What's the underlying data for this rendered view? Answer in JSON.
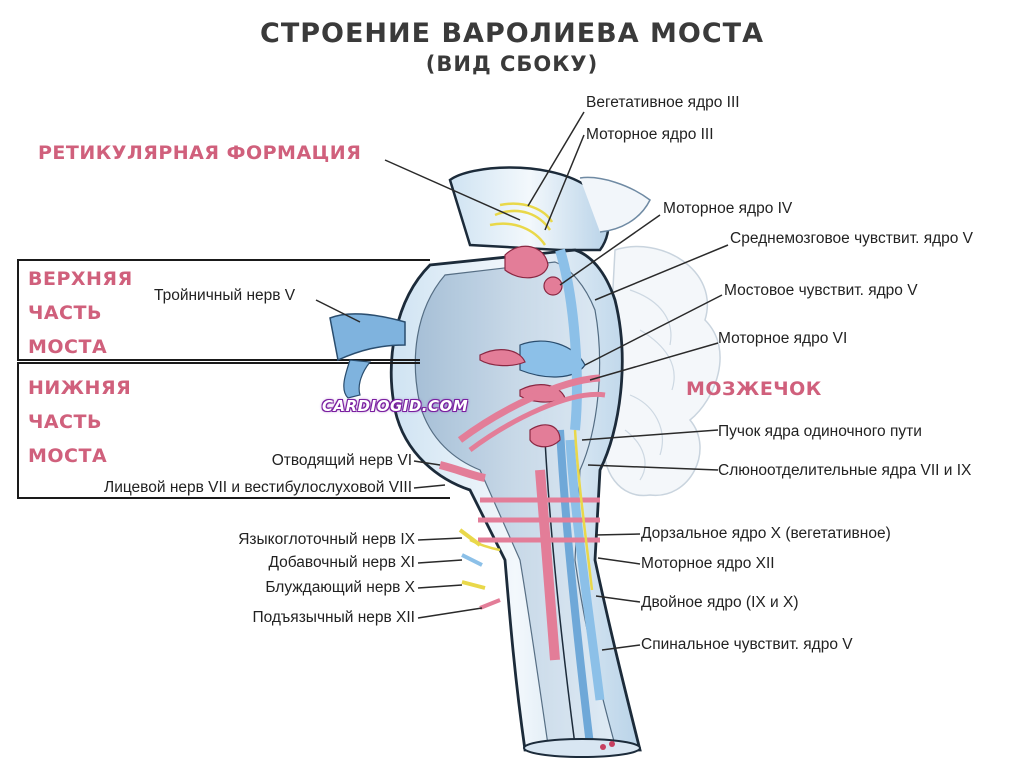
{
  "title": "СТРОЕНИЕ ВАРОЛИЕВА МОСТА",
  "subtitle": "(ВИД СБОКУ)",
  "watermark": "CARDIOGID.COM",
  "accent_color": "#d0607c",
  "pink_labels": {
    "reticular": "РЕТИКУЛЯРНАЯ ФОРМАЦИЯ",
    "cerebellum": "МОЗЖЕЧОК"
  },
  "regions": {
    "upper": [
      "ВЕРХНЯЯ",
      "ЧАСТЬ",
      "МОСТА"
    ],
    "lower": [
      "НИЖНЯЯ",
      "ЧАСТЬ",
      "МОСТА"
    ]
  },
  "left_labels": [
    "Тройничный нерв V",
    "Отводящий нерв VI",
    "Лицевой нерв VII и вестибулослуховой VIII",
    "Языкоглоточный нерв IX",
    "Добавочный нерв XI",
    "Блуждающий нерв X",
    "Подъязычный нерв XII"
  ],
  "right_labels": [
    "Вегетативное ядро III",
    "Моторное ядро III",
    "Моторное ядро IV",
    "Среднемозговое чувствит. ядро V",
    "Мостовое чувствит. ядро V",
    "Моторное ядро VI",
    "Пучок ядра одиночного пути",
    "Слюноотделительные ядра VII и IX",
    "Дорзальное ядро X (вегетативное)",
    "Моторное ядро XII",
    "Двойное ядро (IX и X)",
    "Спинальное чувствит. ядро V"
  ]
}
